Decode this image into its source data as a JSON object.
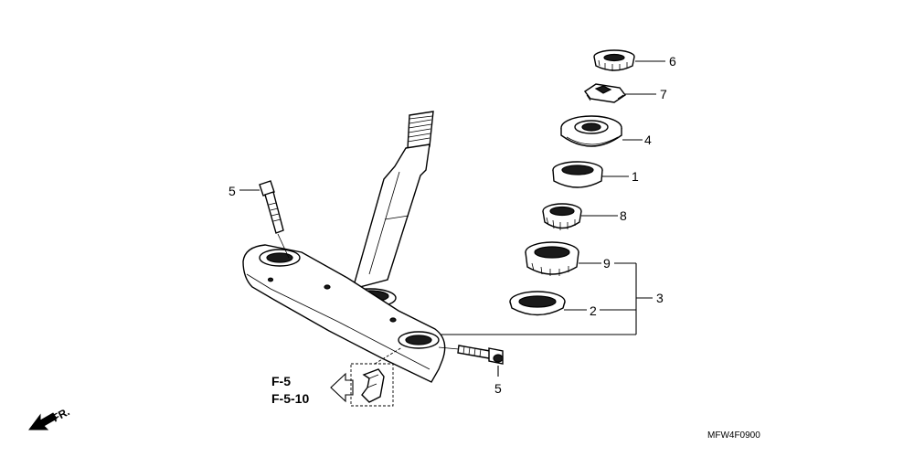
{
  "diagram": {
    "callouts": {
      "p6": "6",
      "p7": "7",
      "p4": "4",
      "p1": "1",
      "p8": "8",
      "p9": "9",
      "p3": "3",
      "p2": "2",
      "p5_left": "5",
      "p5_right": "5"
    },
    "reference": {
      "line1": "F-5",
      "line2": "F-5-10"
    },
    "front_indicator": "FR.",
    "figure_code": "MFW4F0900"
  }
}
